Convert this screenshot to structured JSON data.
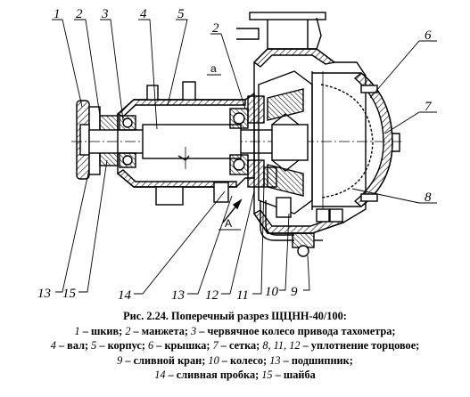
{
  "labels": {
    "top": [
      "1",
      "2",
      "3",
      "4",
      "5",
      "2"
    ],
    "right": [
      "6",
      "7",
      "8"
    ],
    "bottom": [
      "13",
      "15",
      "14",
      "13",
      "12",
      "11",
      "10",
      "9"
    ],
    "view_a": "A",
    "view_a_small": "a"
  },
  "caption": {
    "title": "Рис. 2.24. Поперечный разрез ЩЦНН-40/100:",
    "lines": [
      [
        [
          "1",
          " – шкив; "
        ],
        [
          "2",
          " – манжета; "
        ],
        [
          "3",
          " – червячное колесо привода тахометра;"
        ]
      ],
      [
        [
          "4",
          " – вал; "
        ],
        [
          "5",
          " – корпус; "
        ],
        [
          "6",
          " – крышка; "
        ],
        [
          "7",
          " – сетка; "
        ],
        [
          "8, 11, 12",
          " – уплотнение торцовое;"
        ]
      ],
      [
        [
          "9",
          " – сливной кран; "
        ],
        [
          "10",
          " – колесо; "
        ],
        [
          "13",
          " – подшипник;"
        ]
      ],
      [
        [
          "14",
          " – сливная пробка; "
        ],
        [
          "15",
          " – шайба"
        ]
      ]
    ]
  }
}
